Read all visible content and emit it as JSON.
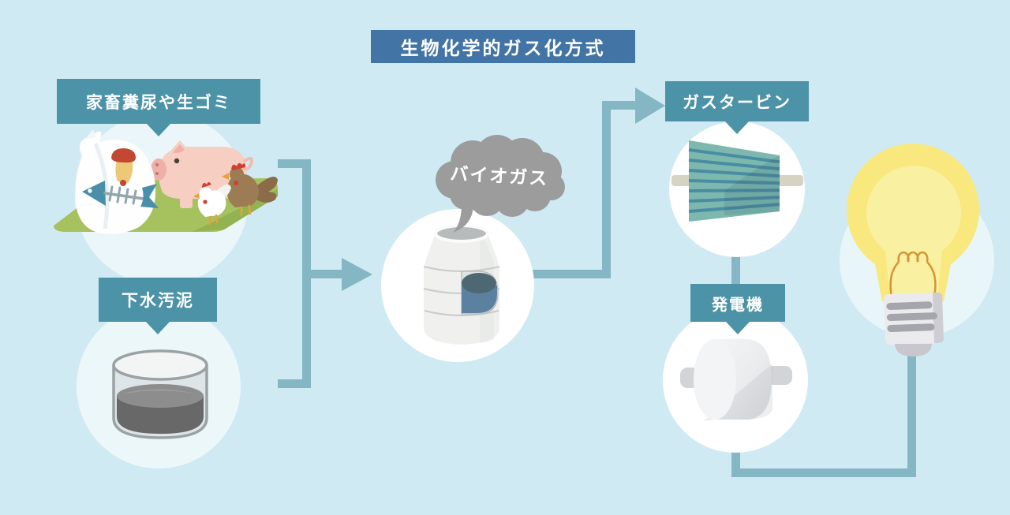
{
  "title": "生物化学的ガス化方式",
  "labels": {
    "input_top": "家畜糞尿や生ゴミ",
    "input_bottom": "下水汚泥",
    "gas_cloud": "バイオガス",
    "turbine": "ガスタービン",
    "generator": "発電機"
  },
  "icons": [
    "livestock-waste-icon",
    "sewage-sludge-icon",
    "digester-tank-icon",
    "biogas-cloud-icon",
    "gas-turbine-icon",
    "generator-icon",
    "light-bulb-icon",
    "flow-arrow-icon"
  ],
  "colors": {
    "background": "#d0eaf3",
    "title_box": "#4274a5",
    "label_box": "#4c93a7",
    "connector": "#84b7c3",
    "cloud_gray": "#9c9c9c",
    "bulb_yellow": "#f8e87d",
    "grass_green": "#a6c25e",
    "pig_pink": "#f6cfc2",
    "turbine_teal": "#7cb8ae",
    "sludge_gray": "#686868",
    "liquid_blue": "#5c81a0"
  }
}
